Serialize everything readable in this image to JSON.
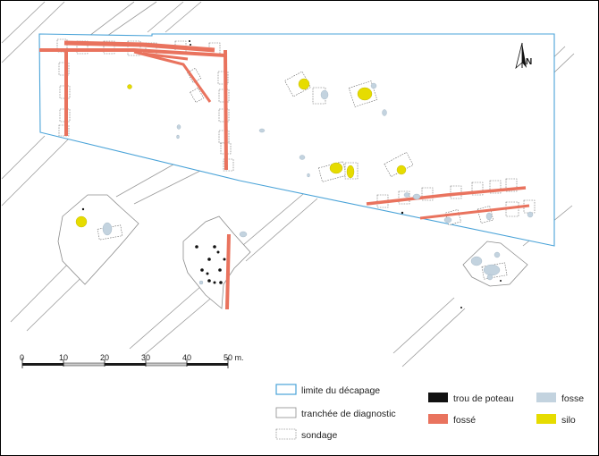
{
  "map": {
    "north_label": "N",
    "scale": {
      "labels": [
        "0",
        "10",
        "20",
        "30",
        "40",
        "50 m."
      ]
    },
    "legend": {
      "items": [
        {
          "label": "limite du décapage",
          "key": "decapage"
        },
        {
          "label": "tranchée de diagnostic",
          "key": "tranchee"
        },
        {
          "label": "sondage",
          "key": "sondage"
        },
        {
          "label": "trou de poteau",
          "key": "poteau",
          "color": "#111111"
        },
        {
          "label": "fossé",
          "key": "fosse_ditch",
          "color": "#e9735e"
        },
        {
          "label": "fosse",
          "key": "fosse",
          "color": "#c3d3df"
        },
        {
          "label": "silo",
          "key": "silo",
          "color": "#e6dc00"
        }
      ]
    },
    "colors": {
      "decapage": "#4aa3d8",
      "fosse": "#e9735e",
      "fosse_pit": "#c3d3df",
      "silo": "#e6dc00",
      "poteau": "#111111"
    }
  }
}
